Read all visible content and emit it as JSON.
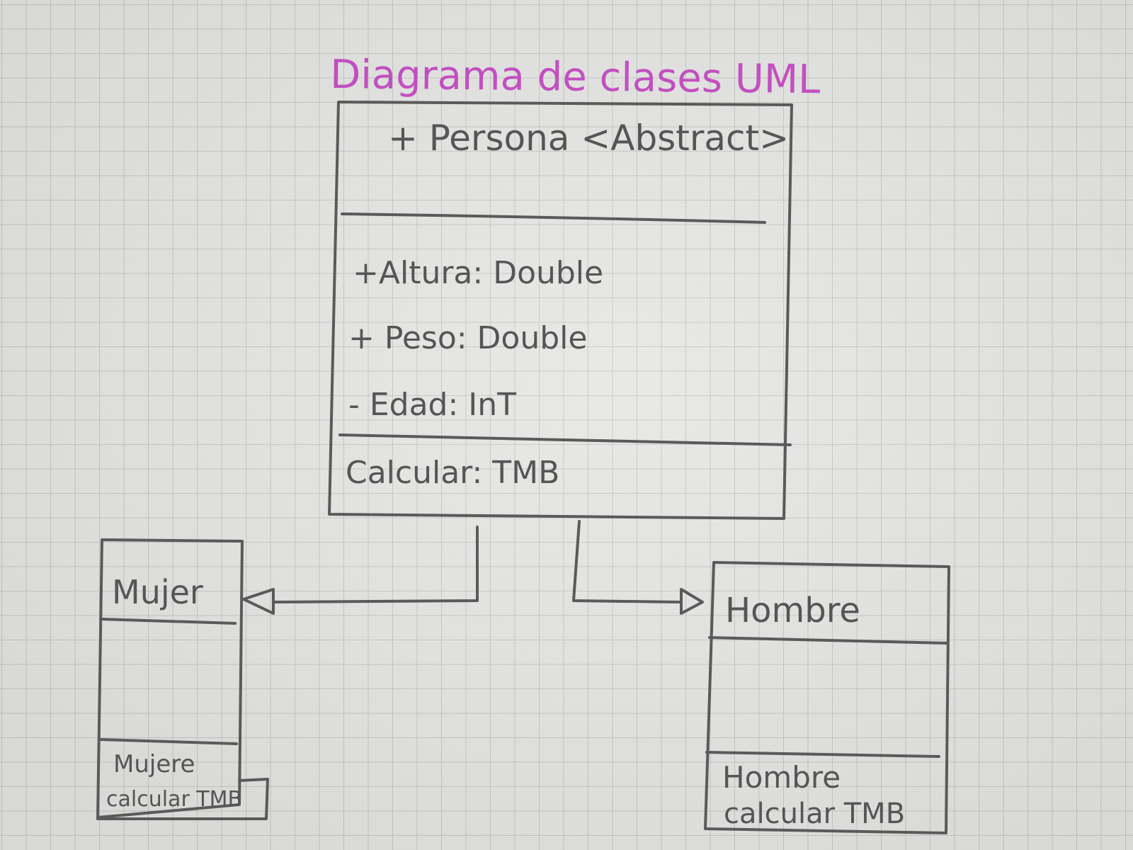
{
  "title": "Diagrama de clases UML",
  "colors": {
    "ink": "#555555",
    "title": "#c24fc0",
    "paper": "#e6e7e4"
  },
  "persona": {
    "name": "+ Persona <Abstract>",
    "attributes": [
      "+Altura: Double",
      "+ Peso: Double",
      "- Edad: InT"
    ],
    "method": "Calcular: TMB"
  },
  "mujer": {
    "name": "Mujer",
    "methods": [
      "Mujere",
      "calcular TMB"
    ]
  },
  "hombre": {
    "name": "Hombre",
    "methods": [
      "Hombre",
      "calcular TMB"
    ]
  },
  "relations": [
    {
      "from": "Persona",
      "to": "Mujer",
      "type": "generalization"
    },
    {
      "from": "Persona",
      "to": "Hombre",
      "type": "generalization"
    }
  ]
}
